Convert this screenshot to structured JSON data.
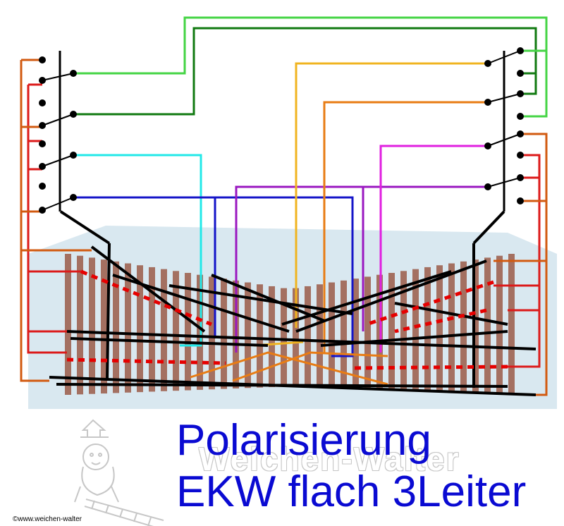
{
  "title_line_1": "Polarisierung",
  "title_line_2": "EKW flach 3Leiter",
  "watermark": "Weichen-Walter",
  "copyright": "©www.weichen-walter",
  "colors": {
    "title": "#0a0ad2",
    "rail": "#000000",
    "polarity_dashes": "#e60000",
    "wire_light_green": "#44d444",
    "wire_dark_green": "#117a11",
    "wire_cyan": "#22e8e8",
    "wire_blue": "#1414c8",
    "wire_magenta": "#e020e0",
    "wire_purple": "#9a18c0",
    "wire_yellow": "#f0b420",
    "wire_orange": "#e87c14",
    "wire_red": "#dc1a1a",
    "wire_dark_orange": "#d25a10",
    "track_sleeper": "#9a5a48",
    "track_bed": "#d9e8f0"
  }
}
